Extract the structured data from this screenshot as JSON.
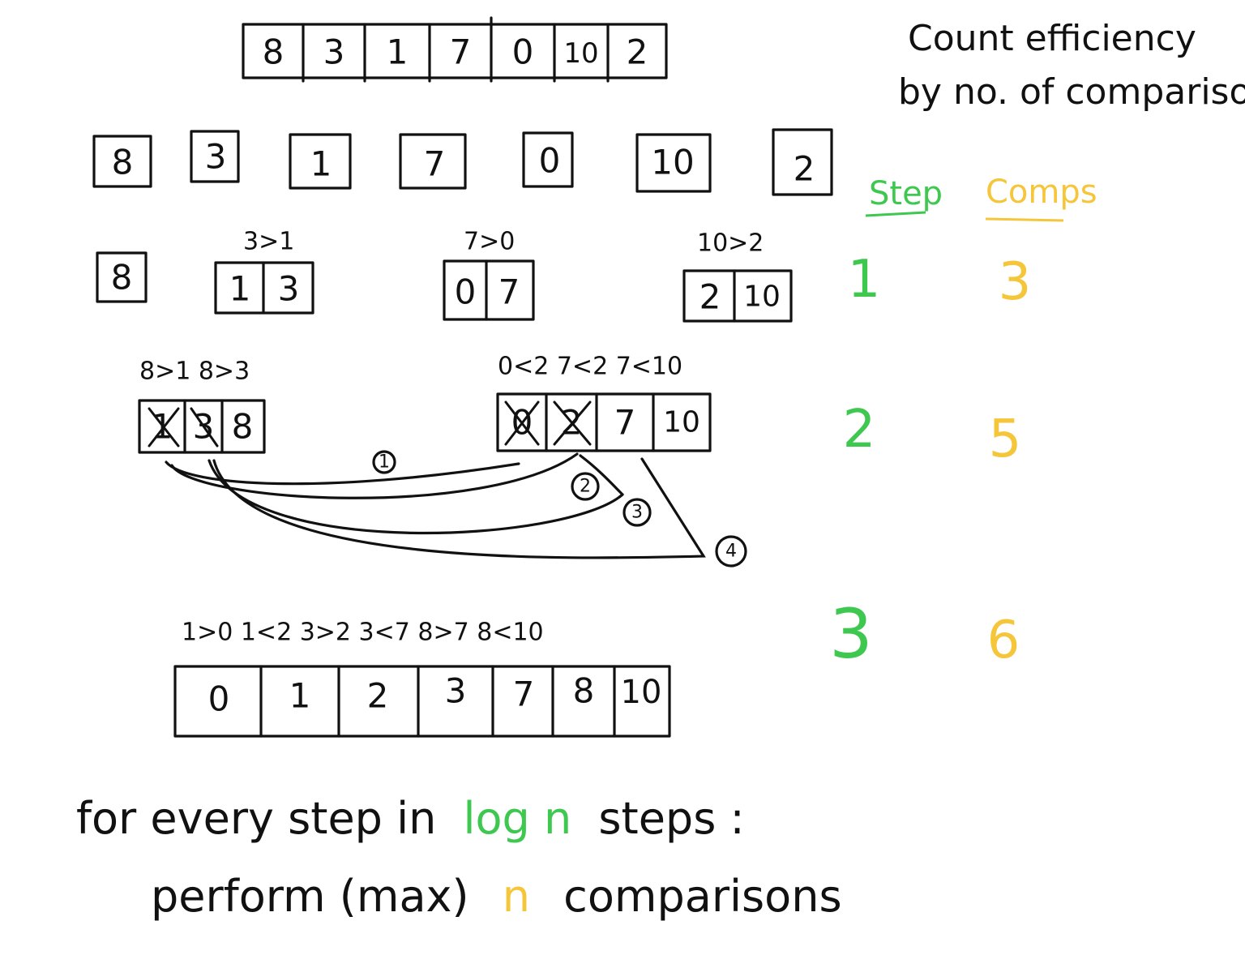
{
  "colors": {
    "ink": "#111111",
    "green": "#3ec850",
    "yellow": "#f5c53a"
  },
  "title_note": {
    "line1": "Count efficiency",
    "line2": "by no. of comparisons"
  },
  "table": {
    "step_header": "Step",
    "comps_header": "Comps",
    "rows": [
      {
        "step": "1",
        "comps": "3"
      },
      {
        "step": "2",
        "comps": "5"
      },
      {
        "step": "3",
        "comps": "6"
      }
    ]
  },
  "initial_array": [
    "8",
    "3",
    "1",
    "7",
    "0",
    "10",
    "2"
  ],
  "split_singletons": [
    "8",
    "3",
    "1",
    "7",
    "0",
    "10",
    "2"
  ],
  "level1": {
    "single": "8",
    "pairs": [
      {
        "label": "3>1",
        "cells": [
          "1",
          "3"
        ]
      },
      {
        "label": "7>0",
        "cells": [
          "0",
          "7"
        ]
      },
      {
        "label": "10>2",
        "cells": [
          "2",
          "10"
        ]
      }
    ]
  },
  "level2": {
    "left": {
      "label": "8>1 8>3",
      "cells": [
        "1",
        "3",
        "8"
      ],
      "crossed": [
        true,
        true,
        false
      ]
    },
    "right": {
      "label": "0<2 7<2 7<10",
      "cells": [
        "0",
        "2",
        "7",
        "10"
      ],
      "crossed": [
        true,
        true,
        false,
        false
      ]
    },
    "arrow_labels": [
      "1",
      "2",
      "3",
      "4"
    ]
  },
  "level3": {
    "label": "1>0  1<2  3>2  3<7  8>7  8<10",
    "cells": [
      "0",
      "1",
      "2",
      "3",
      "7",
      "8",
      "10"
    ]
  },
  "summary": {
    "line1_pre": "for every step in",
    "line1_highlight": "log n",
    "line1_post": "steps :",
    "line2_pre": "perform (max)",
    "line2_highlight": "n",
    "line2_post": "comparisons"
  }
}
